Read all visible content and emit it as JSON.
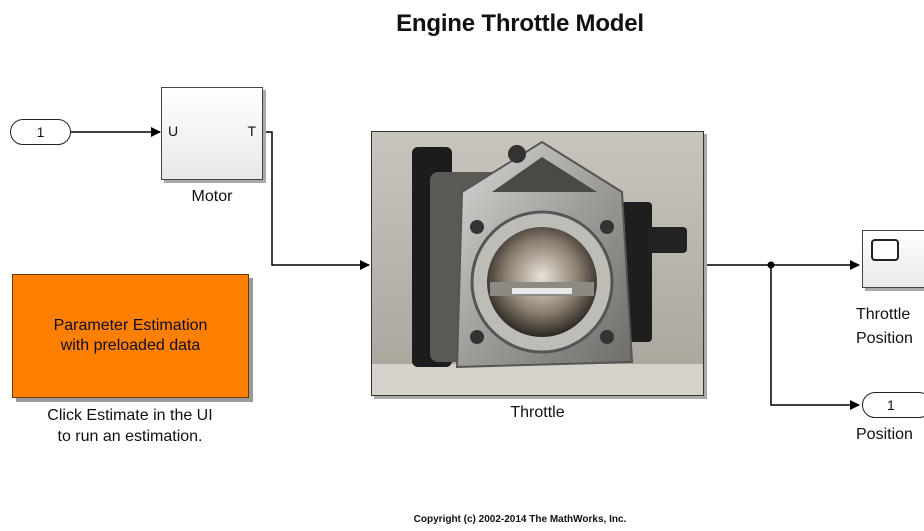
{
  "title": "Engine Throttle Model",
  "inport": {
    "label": "1"
  },
  "motor": {
    "name": "Motor",
    "in_port": "U",
    "out_port": "T"
  },
  "estimate_block": {
    "line1": "Parameter Estimation",
    "line2": "with preloaded data",
    "color": "#ff7f00"
  },
  "estimate_note": {
    "line1": "Click Estimate in the UI",
    "line2": "to run an estimation."
  },
  "throttle": {
    "name": "Throttle"
  },
  "scope": {
    "name_line1": "Throttle",
    "name_line2": "Position"
  },
  "outport": {
    "label": "1",
    "name": "Position"
  },
  "copyright": "Copyright (c) 2002-2014 The MathWorks, Inc."
}
